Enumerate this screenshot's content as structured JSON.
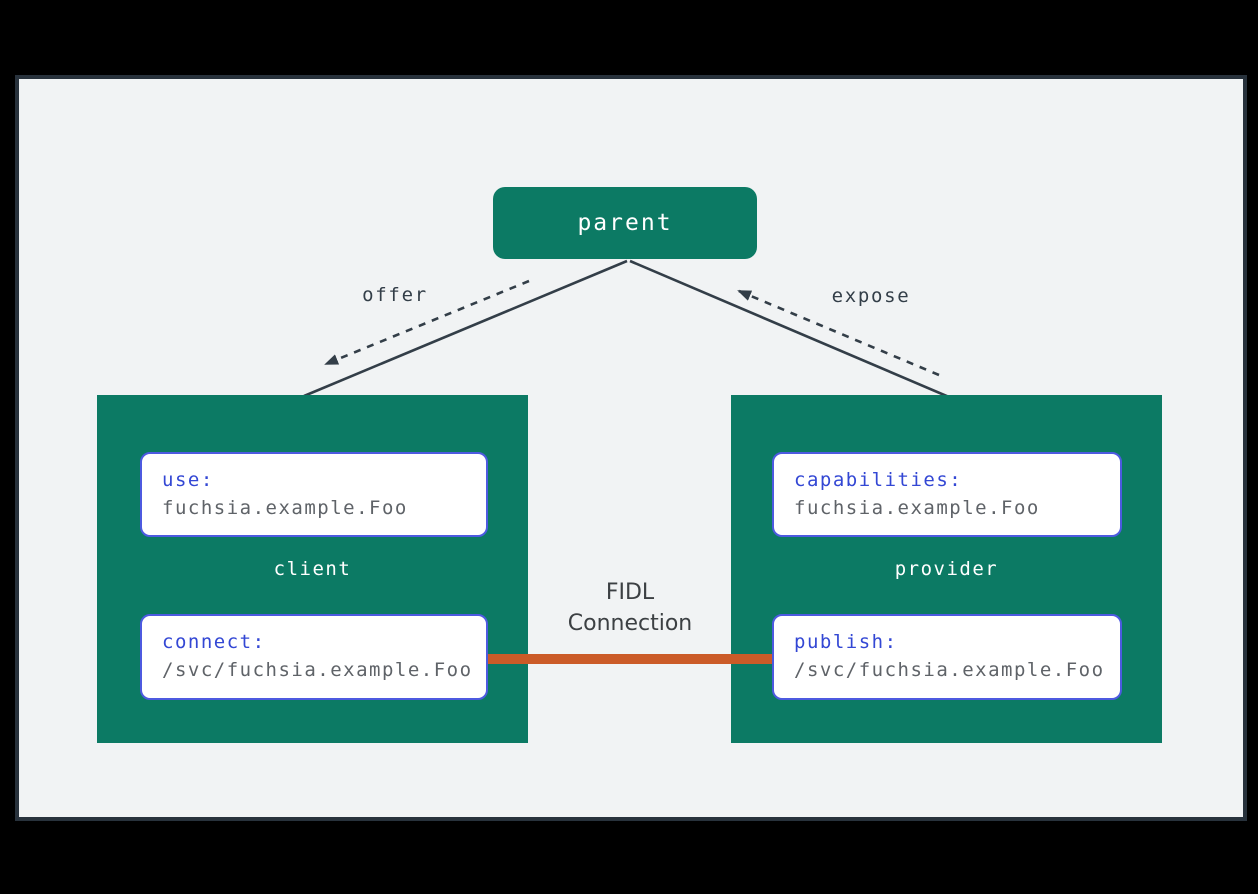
{
  "parent": {
    "label": "parent"
  },
  "edges": {
    "offer": "offer",
    "expose": "expose"
  },
  "client": {
    "label": "client",
    "use": {
      "keyword": "use:",
      "value": "fuchsia.example.Foo"
    },
    "connect": {
      "keyword": "connect:",
      "value": "/svc/fuchsia.example.Foo"
    }
  },
  "provider": {
    "label": "provider",
    "capabilities": {
      "keyword": "capabilities:",
      "value": "fuchsia.example.Foo"
    },
    "publish": {
      "keyword": "publish:",
      "value": "/svc/fuchsia.example.Foo"
    }
  },
  "connection": {
    "line1": "FIDL",
    "line2": "Connection"
  },
  "colors": {
    "frame_bg": "#000000",
    "canvas_bg": "#f1f3f4",
    "canvas_border": "#28323c",
    "component_fill": "#0c7a64",
    "edge_stroke": "#333e48",
    "keyword_text": "#3347d4",
    "code_box_border": "#4d5ae0",
    "code_text": "#5f6368",
    "connection_line": "#cb5b28",
    "connection_label_text": "#3c4043"
  }
}
